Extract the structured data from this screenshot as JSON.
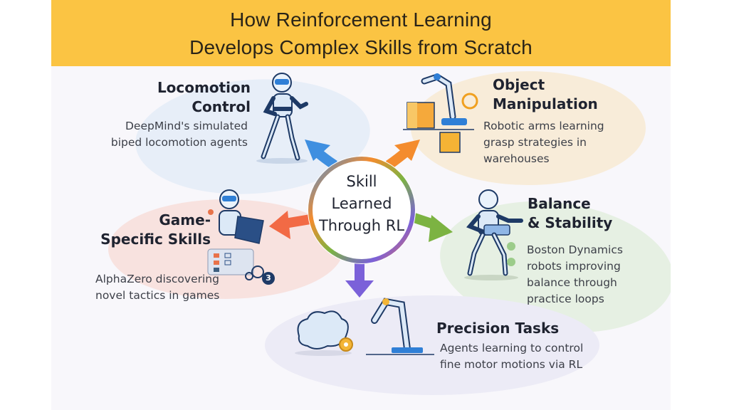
{
  "header": {
    "title_line1": "How Reinforcement Learning",
    "title_line2": "Develops Complex Skills from Scratch",
    "background_color": "#fbc443"
  },
  "center": {
    "line1": "Skill",
    "line2": "Learned",
    "line3": "Through RL"
  },
  "sections": {
    "locomotion": {
      "title_line1": "Locomotion",
      "title_line2": "Control",
      "desc_line1": "DeepMind's simulated",
      "desc_line2": "biped locomotion agents",
      "arrow_color": "#3f8fe0",
      "icon": "walking-robot-icon"
    },
    "object_manipulation": {
      "title_line1": "Object",
      "title_line2": "Manipulation",
      "desc_line1": "Robotic arms learning",
      "desc_line2": "grasp strategies in",
      "desc_line3": "warehouses",
      "arrow_color": "#f48c2e",
      "icon": "robotic-arm-boxes-icon"
    },
    "game_skills": {
      "title_line1": "Game-",
      "title_line2": "Specific Skills",
      "desc_line1": "AlphaZero discovering",
      "desc_line2": "novel tactics in games",
      "badge": "3",
      "arrow_color": "#f26a45",
      "icon": "robot-with-tablet-icon"
    },
    "balance": {
      "title_line1": "Balance",
      "title_line2": "& Stability",
      "desc_line1": "Boston Dynamics",
      "desc_line2": "robots improving",
      "desc_line3": "balance through",
      "desc_line4": "practice loops",
      "arrow_color": "#7cb342",
      "icon": "balancing-robot-icon"
    },
    "precision": {
      "title": "Precision Tasks",
      "desc_line1": "Agents learning to control",
      "desc_line2": "fine motor motions via RL",
      "arrow_color": "#7b61d9",
      "icon": "brain-gear-robotic-arm-icon"
    }
  }
}
